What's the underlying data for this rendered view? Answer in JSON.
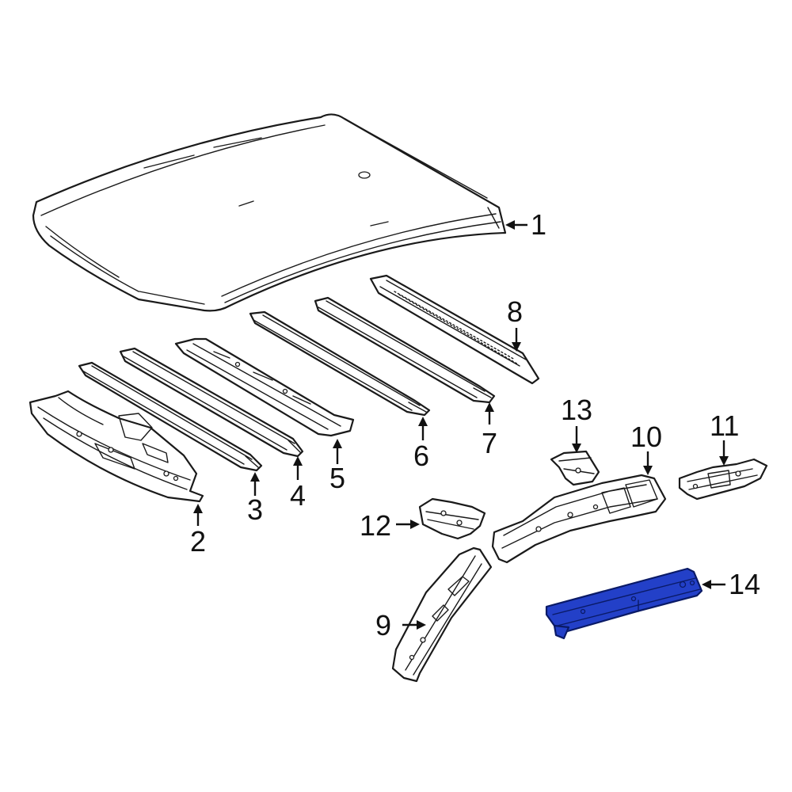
{
  "diagram": {
    "callouts": [
      {
        "id": "1",
        "label": "1"
      },
      {
        "id": "2",
        "label": "2"
      },
      {
        "id": "3",
        "label": "3"
      },
      {
        "id": "4",
        "label": "4"
      },
      {
        "id": "5",
        "label": "5"
      },
      {
        "id": "6",
        "label": "6"
      },
      {
        "id": "7",
        "label": "7"
      },
      {
        "id": "8",
        "label": "8"
      },
      {
        "id": "9",
        "label": "9"
      },
      {
        "id": "10",
        "label": "10"
      },
      {
        "id": "11",
        "label": "11"
      },
      {
        "id": "12",
        "label": "12"
      },
      {
        "id": "13",
        "label": "13"
      },
      {
        "id": "14",
        "label": "14"
      }
    ],
    "highlighted_part": "14",
    "colors": {
      "background": "#ffffff",
      "line": "#1a1a1a",
      "highlight_fill": "#2340c8",
      "highlight_stroke": "#0a1a66"
    }
  }
}
